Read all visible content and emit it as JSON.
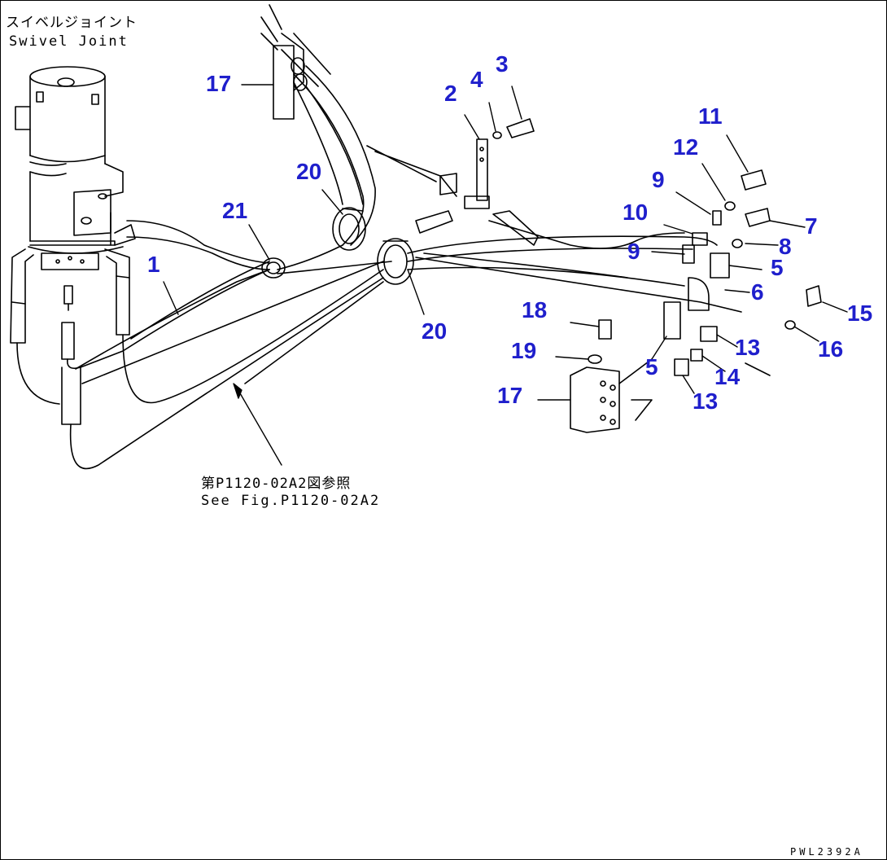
{
  "title_jp": "スイベルジョイント",
  "title_en": "Swivel Joint",
  "ref_jp": "第P1120-02A2図参照",
  "ref_en": "See Fig.P1120-02A2",
  "drawing_code": "PWL2392A",
  "callout_color": "#1f1fcc",
  "callouts": [
    "17",
    "2",
    "4",
    "3",
    "11",
    "12",
    "9",
    "20",
    "21",
    "10",
    "7",
    "9",
    "8",
    "1",
    "5",
    "6",
    "15",
    "18",
    "20",
    "16",
    "13",
    "19",
    "5",
    "14",
    "17",
    "13"
  ]
}
